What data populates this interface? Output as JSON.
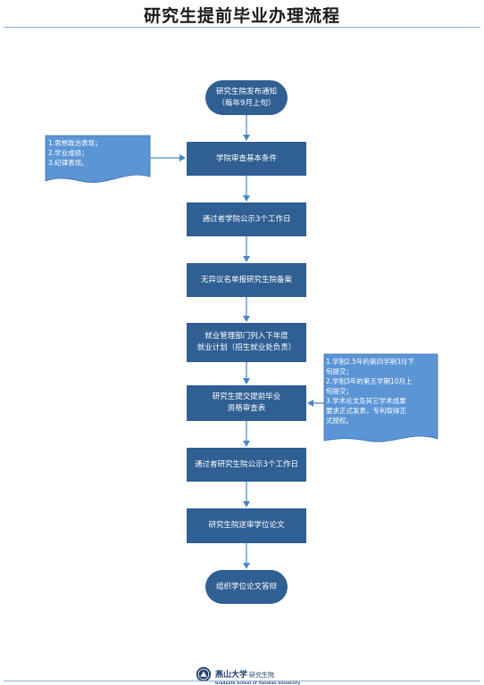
{
  "title": "研究生提前毕业办理流程",
  "colors": {
    "node_fill": "#2f5f93",
    "doc_fill": "#5b95d6",
    "arrow": "#4a86c8"
  },
  "flow": {
    "start": "研究生院发布通知\n（每年9月上旬）",
    "step1": "学院审查基本条件",
    "step2": "通过者学院公示3个工作日",
    "step3": "无异议名单报研究生院备案",
    "step4": "就业管理部门列入下年度\n就业计划（招生就业处负责）",
    "step5": "研究生提交提前毕业\n资格审查表",
    "step6": "通过者研究生院公示3个工作日",
    "step7": "研究生院送审学位论文",
    "end": "组织学位论文答辩"
  },
  "notes": {
    "left": "1.思想政治表现；\n2.学业成绩；\n3.纪律表现。",
    "right": "1.学制2.5年的第四学期3月下\n旬提交；\n2.学制3年的第五学期10月上\n旬提交；\n3.学术论文及其它学术成果\n要求正式发表，专利取得正\n式授权。"
  },
  "footer": {
    "university": "燕山大学",
    "department": "研究生院",
    "english": "Graduate School of Yanshan University",
    "emblem_icon": "university-emblem-icon"
  }
}
